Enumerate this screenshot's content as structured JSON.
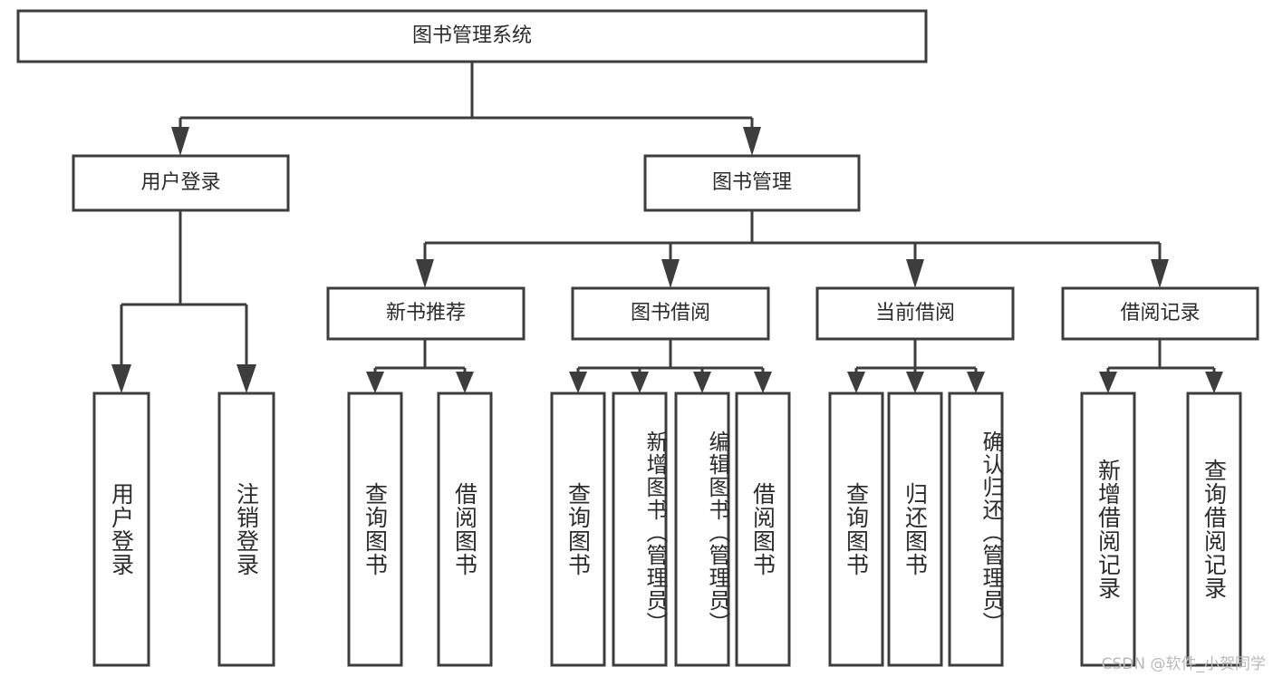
{
  "diagram": {
    "title": "图书管理系统",
    "type": "tree",
    "watermark": "CSDN @软件_小贺同学",
    "colors": {
      "stroke": "#3d3d3d",
      "fill": "#ffffff",
      "text": "#2b2b2b",
      "watermark": "#b9b9b9",
      "background": "#ffffff"
    },
    "nodes": {
      "root": {
        "label": "图书管理系统",
        "level": 1
      },
      "user_login": {
        "label": "用户登录",
        "level": 2
      },
      "book_manage": {
        "label": "图书管理",
        "level": 2
      },
      "new_book_rec": {
        "label": "新书推荐",
        "level": 3
      },
      "book_borrow": {
        "label": "图书借阅",
        "level": 3
      },
      "current_borrow": {
        "label": "当前借阅",
        "level": 3
      },
      "borrow_record": {
        "label": "借阅记录",
        "level": 3
      },
      "leaf_user_login": {
        "label": "用户登录",
        "level": 4
      },
      "leaf_logout": {
        "label": "注销登录",
        "level": 4
      },
      "leaf_query_book_rec": {
        "label": "查询图书",
        "level": 4
      },
      "leaf_borrow_book_rec": {
        "label": "借阅图书",
        "level": 4
      },
      "leaf_query_book_borrow": {
        "label": "查询图书",
        "level": 4
      },
      "leaf_add_book": {
        "label": "新增图书（管理员）",
        "level": 4
      },
      "leaf_edit_book": {
        "label": "编辑图书（管理员）",
        "level": 4
      },
      "leaf_borrow_book": {
        "label": "借阅图书",
        "level": 4
      },
      "leaf_query_book_current": {
        "label": "查询图书",
        "level": 4
      },
      "leaf_return_book": {
        "label": "归还图书",
        "level": 4
      },
      "leaf_confirm_return": {
        "label": "确认归还（管理员）",
        "level": 4
      },
      "leaf_add_record": {
        "label": "新增借阅记录",
        "level": 4
      },
      "leaf_query_record": {
        "label": "查询借阅记录",
        "level": 4
      }
    },
    "edges": [
      {
        "from": "root",
        "to": "user_login"
      },
      {
        "from": "root",
        "to": "book_manage"
      },
      {
        "from": "user_login",
        "to": "leaf_user_login"
      },
      {
        "from": "user_login",
        "to": "leaf_logout"
      },
      {
        "from": "book_manage",
        "to": "new_book_rec"
      },
      {
        "from": "book_manage",
        "to": "book_borrow"
      },
      {
        "from": "book_manage",
        "to": "current_borrow"
      },
      {
        "from": "book_manage",
        "to": "borrow_record"
      },
      {
        "from": "new_book_rec",
        "to": "leaf_query_book_rec"
      },
      {
        "from": "new_book_rec",
        "to": "leaf_borrow_book_rec"
      },
      {
        "from": "book_borrow",
        "to": "leaf_query_book_borrow"
      },
      {
        "from": "book_borrow",
        "to": "leaf_add_book"
      },
      {
        "from": "book_borrow",
        "to": "leaf_edit_book"
      },
      {
        "from": "book_borrow",
        "to": "leaf_borrow_book"
      },
      {
        "from": "current_borrow",
        "to": "leaf_query_book_current"
      },
      {
        "from": "current_borrow",
        "to": "leaf_return_book"
      },
      {
        "from": "current_borrow",
        "to": "leaf_confirm_return"
      },
      {
        "from": "borrow_record",
        "to": "leaf_add_record"
      },
      {
        "from": "borrow_record",
        "to": "leaf_query_record"
      }
    ]
  }
}
